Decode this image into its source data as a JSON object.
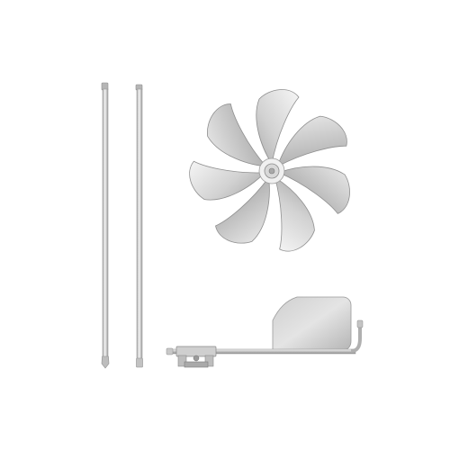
{
  "image": {
    "background": "#ffffff",
    "subject": "pinwheel-kit-components",
    "colors": {
      "metal_light": "#dcdcdc",
      "metal_mid": "#b8b8b8",
      "metal_dark": "#8f8f8f",
      "edge": "#9a9a9a"
    }
  },
  "components": [
    {
      "name": "pole-left",
      "kind": "pole"
    },
    {
      "name": "pole-right",
      "kind": "pole"
    },
    {
      "name": "pinwheel-rotor",
      "kind": "rotor",
      "blade_count": 7
    },
    {
      "name": "tail-vane-assembly",
      "kind": "vane"
    }
  ]
}
